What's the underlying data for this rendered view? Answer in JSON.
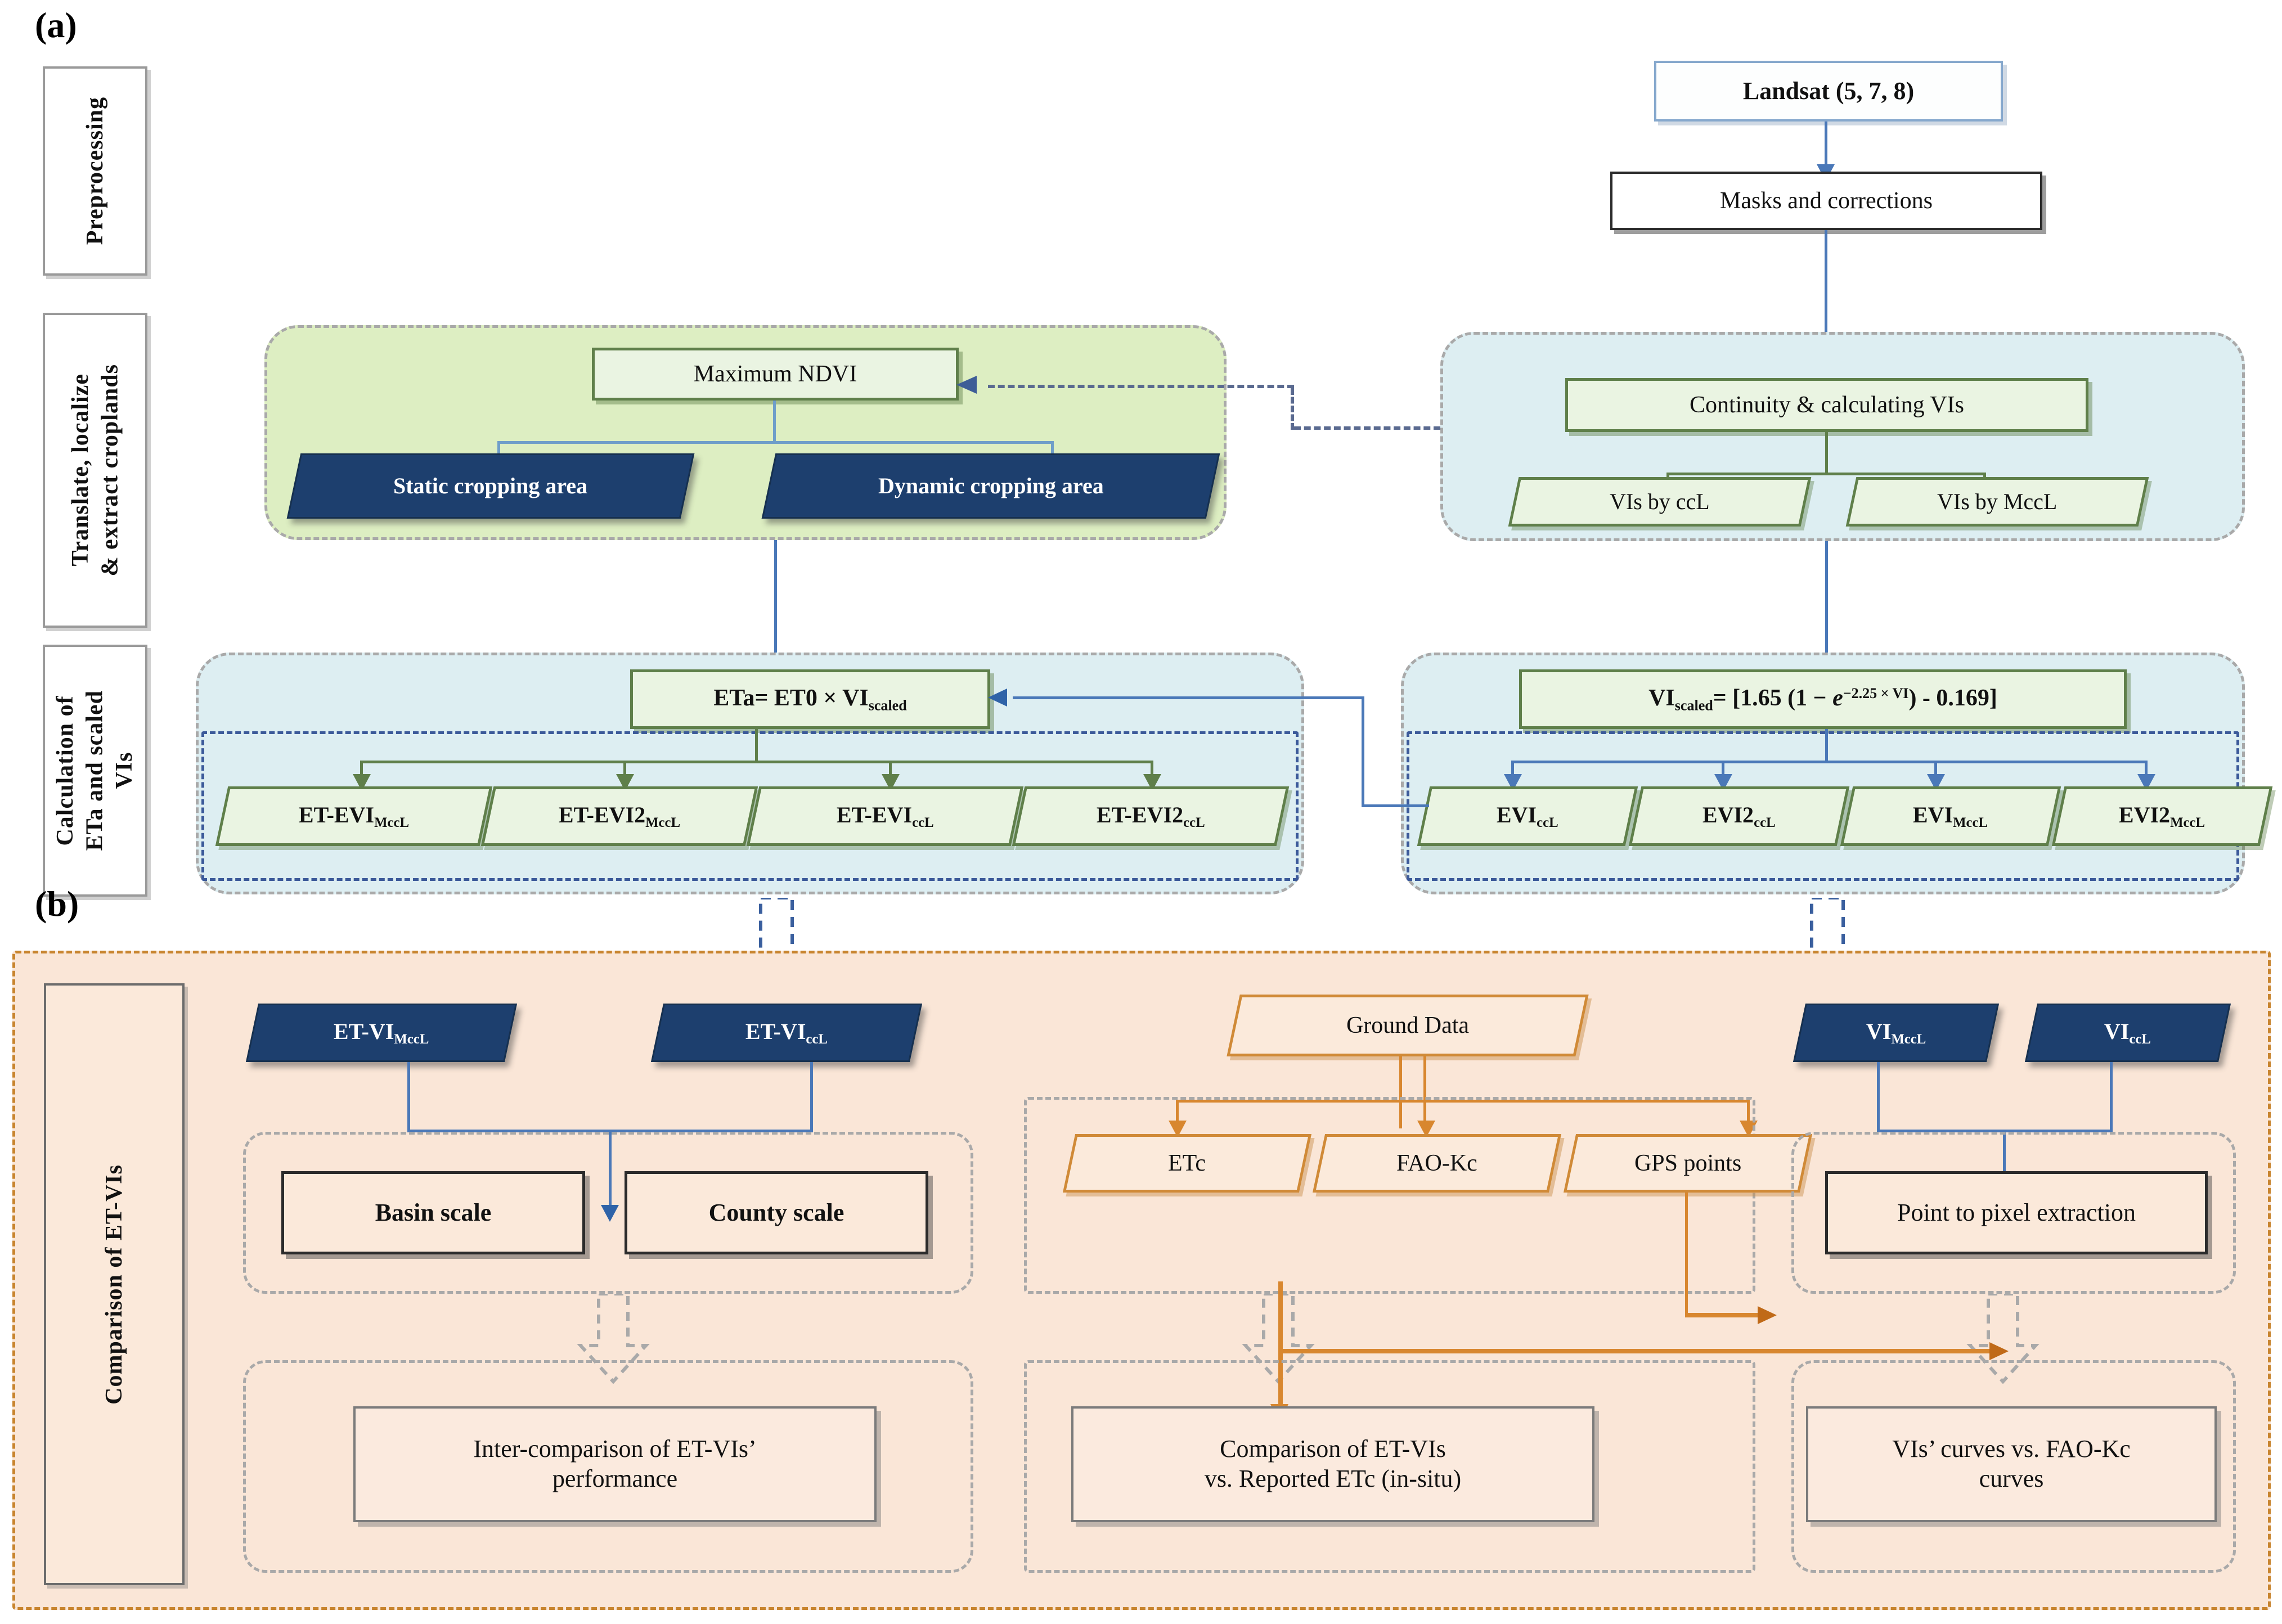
{
  "figure": {
    "panel_a_letter": "(a)",
    "panel_b_letter": "(b)"
  },
  "panel_a": {
    "stage_labels": [
      {
        "id": "preprocessing",
        "text": "Preprocessing"
      },
      {
        "id": "translate-localize",
        "text": "Translate, localize\n& extract croplands"
      },
      {
        "id": "calculation",
        "text": "Calculation of\nETa and scaled\nVIs"
      }
    ],
    "nodes": {
      "landsat": "Landsat (5, 7, 8)",
      "masks": "Masks and corrections",
      "max_ndvi": "Maximum NDVI",
      "static_cropping": "Static cropping area",
      "dynamic_cropping": "Dynamic cropping area",
      "continuity": "Continuity & calculating VIs",
      "vis_by_ccl": "VIs by ccL",
      "vis_by_mccl": "VIs by MccL",
      "eta_formula_plain": "ETa= ET0 × VIscaled",
      "eta_label": "ETa= ET0 × VI",
      "eta_sub": "scaled",
      "vi_scaled_formula_plain": "VIscaled= [1.65 (1 - e^-2.25 × VI) - 0.169]",
      "vi_scaled_lead": "VI",
      "vi_scaled_sub": "scaled",
      "vi_scaled_rest_a": "= [1.65 (1 − ",
      "vi_scaled_e": "e",
      "vi_scaled_exp": "−2.25 × VI",
      "vi_scaled_rest_b": ") - 0.169]"
    },
    "et_vi_outputs": [
      {
        "base": "ET-EVI",
        "sub": "MccL"
      },
      {
        "base": "ET-EVI2",
        "sub": "MccL"
      },
      {
        "base": "ET-EVI",
        "sub": "ccL"
      },
      {
        "base": "ET-EVI2",
        "sub": "ccL"
      }
    ],
    "vi_outputs": [
      {
        "base": "EVI",
        "sub": "ccL"
      },
      {
        "base": "EVI2",
        "sub": "ccL"
      },
      {
        "base": "EVI",
        "sub": "MccL"
      },
      {
        "base": "EVI2",
        "sub": "MccL"
      }
    ]
  },
  "panel_b": {
    "stage_label": "Comparison of ET-VIs",
    "inputs_left": [
      {
        "base": "ET-VI",
        "sub": "MccL"
      },
      {
        "base": "ET-VI",
        "sub": "ccL"
      }
    ],
    "inputs_right": [
      {
        "base": "VI",
        "sub": "MccL"
      },
      {
        "base": "VI",
        "sub": "ccL"
      }
    ],
    "ground_data": "Ground Data",
    "ground_outputs": [
      "ETc",
      "FAO-Kc",
      "GPS points"
    ],
    "scale_boxes": [
      "Basin scale",
      "County scale"
    ],
    "point_extraction": "Point to pixel extraction",
    "results": [
      "Inter-comparison of ET-VIs’\nperformance",
      "Comparison of ET-VIs\nvs. Reported ETc (in-situ)",
      "VIs’ curves  vs. FAO-Kc\ncurves"
    ]
  },
  "colors": {
    "green_panel": "#ddeec2",
    "blue_panel": "#ddeef2",
    "peach_panel": "#fae6d7",
    "navy_node": "#1d3f6e",
    "green_node_border": "#5f7f4a",
    "orange_node_border": "#d08a37",
    "blue_arrow": "#4a78b8",
    "orange_arrow": "#d8872f",
    "grey_dash": "#a9a9a9"
  }
}
